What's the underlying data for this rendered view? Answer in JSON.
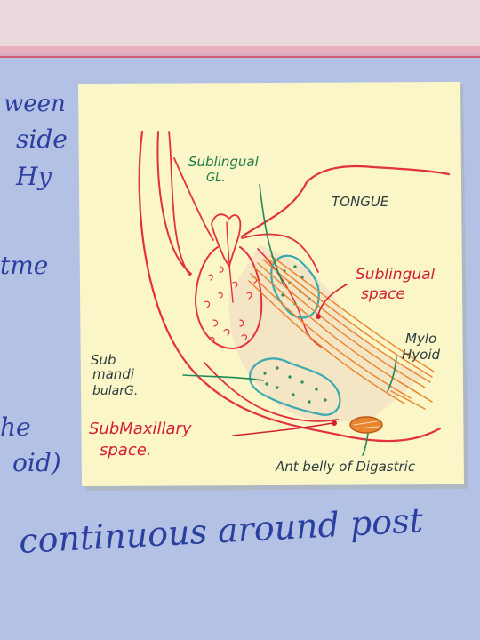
{
  "notebook": {
    "left_margin_text": [
      "ween",
      "side",
      "Hy",
      "tme",
      "he",
      "oid)"
    ],
    "bottom_line": "continuous around post"
  },
  "sticky_note": {
    "labels": {
      "sublingual_gland": [
        "Sublingual",
        "GL."
      ],
      "tongue": "TONGUE",
      "sublingual_space": [
        "Sublingual",
        "space"
      ],
      "mylohyoid": [
        "Mylo",
        "Hyoid"
      ],
      "submandibular_gland": [
        "Sub",
        "mandi",
        "bularG."
      ],
      "submaxillary_space": [
        "SubMaxillary",
        "space."
      ],
      "digastric": "Ant belly of Digastric"
    },
    "colors": {
      "note": "#fbf6c8",
      "outline_red": "#e2313f",
      "gland_blue": "#3aa9b0",
      "muscle_orange": "#e8842b",
      "pointer_green": "#1f8a55",
      "pointer_red": "#d11f2f"
    }
  }
}
